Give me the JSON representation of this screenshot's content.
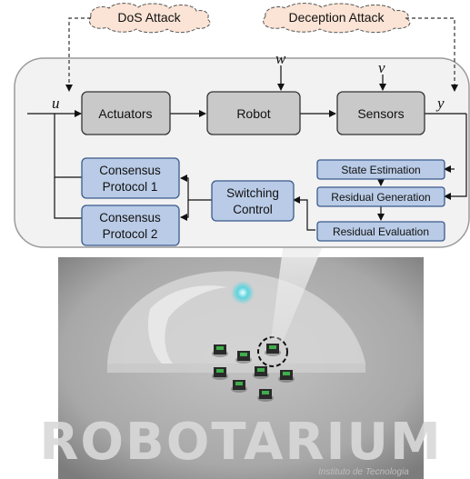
{
  "attacks": {
    "dos": "DoS Attack",
    "deception": "Deception Attack"
  },
  "signals": {
    "u": "u",
    "w": "w",
    "v": "v",
    "y": "y"
  },
  "blocks": {
    "actuators": "Actuators",
    "robot": "Robot",
    "sensors": "Sensors",
    "consensus1_line1": "Consensus",
    "consensus1_line2": "Protocol 1",
    "consensus2_line1": "Consensus",
    "consensus2_line2": "Protocol 2",
    "switching_line1": "Switching",
    "switching_line2": "Control",
    "state_estimation": "State Estimation",
    "residual_generation": "Residual Generation",
    "residual_evaluation": "Residual Evaluation"
  },
  "photo": {
    "arena_text": "ROBOTARIUM",
    "arena_subtext": "Instituto de Tecnologia"
  },
  "colors": {
    "gray_block": "#c9c9c9",
    "blue_block": "#b9cbe6",
    "blue_border": "#3a5a8c",
    "cloud_fill": "#fbe4d5",
    "panel_fill": "#f2f2f2"
  }
}
